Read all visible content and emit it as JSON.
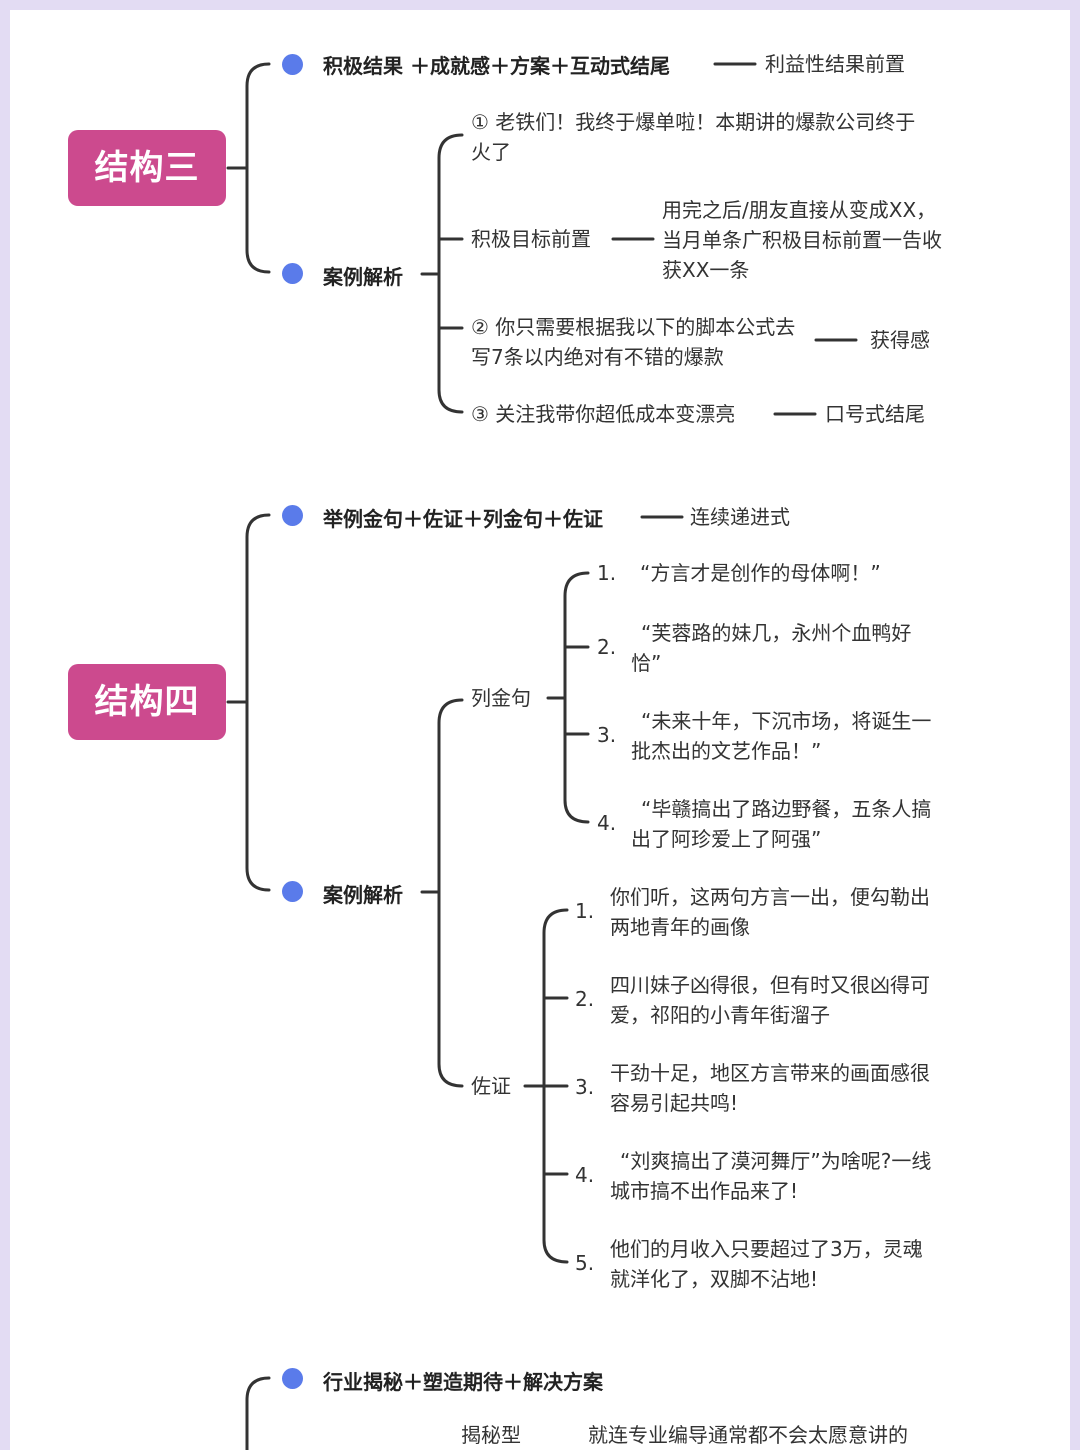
{
  "structure3": {
    "root": "结构三",
    "formula": "积极结果 ＋成就感＋方案＋互动式结尾",
    "formula_note": "利益性结果前置",
    "case_label": "案例解析",
    "case1": "① 老铁们！我终于爆单啦！本期讲的爆款公司终于火了",
    "goal_label": "积极目标前置",
    "goal_text": "用完之后/朋友直接从变成XX，当月单条广积极目标前置一告收获XX一条",
    "case2": "② 你只需要根据我以下的脚本公式去写7条以内绝对有不错的爆款",
    "case2_note": "获得感",
    "case3": "③ 关注我带你超低成本变漂亮",
    "case3_note": "口号式结尾"
  },
  "structure4": {
    "root": "结构四",
    "formula": "举例金句＋佐证＋列金句＋佐证",
    "formula_note": "连续递进式",
    "case_label": "案例解析",
    "quotes_label": "列金句",
    "quotes": [
      {
        "num": "1.",
        "text": "“方言才是创作的母体啊！”"
      },
      {
        "num": "2.",
        "text": "“芙蓉路的妹几，永州个血鸭好恰”"
      },
      {
        "num": "3.",
        "text": "“未来十年，下沉市场，将诞生一批杰出的文艺作品！”"
      },
      {
        "num": "4.",
        "text": "“毕赣搞出了路边野餐，五条人搞出了阿珍爱上了阿强”"
      }
    ],
    "evidence_label": "佐证",
    "evidence": [
      {
        "num": "1.",
        "text": "你们听，这两句方言一出，便勾勒出两地青年的画像"
      },
      {
        "num": "2.",
        "text": "四川妹子凶得很，但有时又很凶得可爱，祁阳的小青年街溜子"
      },
      {
        "num": "3.",
        "text": "干劲十足，地区方言带来的画面感很容易引起共鸣!"
      },
      {
        "num": "4.",
        "text": "“刘爽搞出了漠河舞厅”为啥呢?一线城市搞不出作品来了!"
      },
      {
        "num": "5.",
        "text": "他们的月收入只要超过了3万，灵魂就洋化了，双脚不沾地!"
      }
    ]
  },
  "structure5": {
    "formula": "行业揭秘＋塑造期待＋解决方案",
    "partial_label": "揭秘型",
    "partial_text": "就连专业编导通常都不会太愿意讲的"
  }
}
